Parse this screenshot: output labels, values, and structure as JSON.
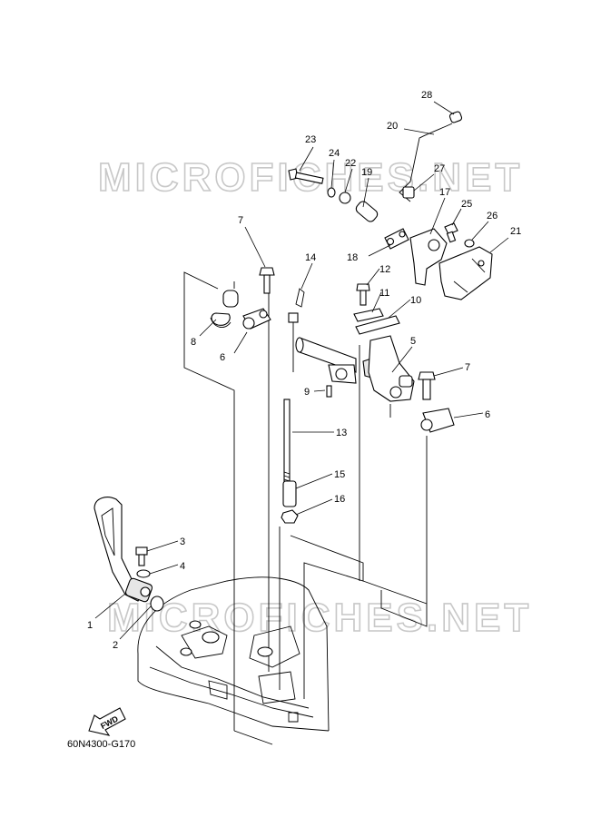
{
  "diagram": {
    "code": "60N4300-G170",
    "fwd_label": "FWD",
    "watermark": "MICROFICHES.NET",
    "callouts": [
      {
        "id": "c1",
        "label": "1"
      },
      {
        "id": "c2",
        "label": "2"
      },
      {
        "id": "c3",
        "label": "3"
      },
      {
        "id": "c4",
        "label": "4"
      },
      {
        "id": "c5",
        "label": "5"
      },
      {
        "id": "c6a",
        "label": "6"
      },
      {
        "id": "c6b",
        "label": "6"
      },
      {
        "id": "c7a",
        "label": "7"
      },
      {
        "id": "c7b",
        "label": "7"
      },
      {
        "id": "c8",
        "label": "8"
      },
      {
        "id": "c9",
        "label": "9"
      },
      {
        "id": "c10",
        "label": "10"
      },
      {
        "id": "c11",
        "label": "11"
      },
      {
        "id": "c12",
        "label": "12"
      },
      {
        "id": "c13",
        "label": "13"
      },
      {
        "id": "c14",
        "label": "14"
      },
      {
        "id": "c15",
        "label": "15"
      },
      {
        "id": "c16",
        "label": "16"
      },
      {
        "id": "c17",
        "label": "17"
      },
      {
        "id": "c18",
        "label": "18"
      },
      {
        "id": "c19",
        "label": "19"
      },
      {
        "id": "c20",
        "label": "20"
      },
      {
        "id": "c21",
        "label": "21"
      },
      {
        "id": "c22",
        "label": "22"
      },
      {
        "id": "c23",
        "label": "23"
      },
      {
        "id": "c24",
        "label": "24"
      },
      {
        "id": "c25",
        "label": "25"
      },
      {
        "id": "c26",
        "label": "26"
      },
      {
        "id": "c27",
        "label": "27"
      },
      {
        "id": "c28",
        "label": "28"
      }
    ]
  }
}
